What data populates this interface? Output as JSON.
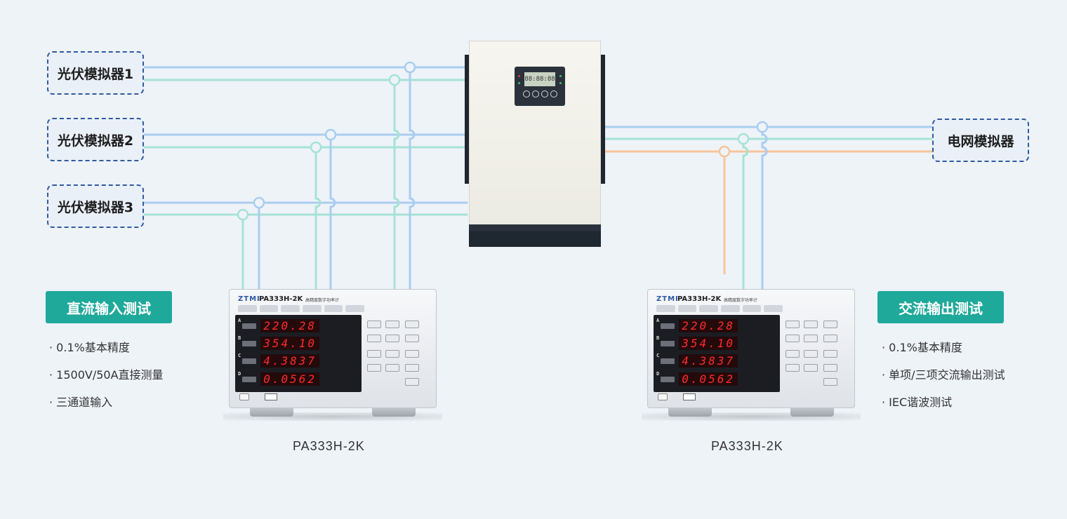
{
  "simulators": {
    "pv1": "光伏模拟器1",
    "pv2": "光伏模拟器2",
    "pv3": "光伏模拟器3",
    "grid": "电网模拟器"
  },
  "left_section": {
    "title": "直流输入测试",
    "features": [
      "· 0.1%基本精度",
      "· 1500V/50A直接测量",
      "· 三通道输入"
    ]
  },
  "right_section": {
    "title": "交流输出测试",
    "features": [
      "· 0.1%基本精度",
      "· 单项/三项交流输出测试",
      "· IEC谐波测试"
    ]
  },
  "meter": {
    "brand": "ZTMI",
    "model": "PA333H-2K",
    "subtitle": "高精度数字功率计",
    "caption": "PA333H-2K",
    "channels": [
      "A",
      "B",
      "C",
      "D"
    ],
    "readings": [
      "220.28",
      "354.10",
      "4.3837",
      "0.0562"
    ]
  },
  "inverter": {
    "lcd": "88:88:88"
  },
  "colors": {
    "line_blue": "#a9cdf0",
    "line_green": "#a6e3d4",
    "line_orange": "#f6c49c",
    "badge": "#1fa99a",
    "sim_border": "#2f5aa0"
  }
}
